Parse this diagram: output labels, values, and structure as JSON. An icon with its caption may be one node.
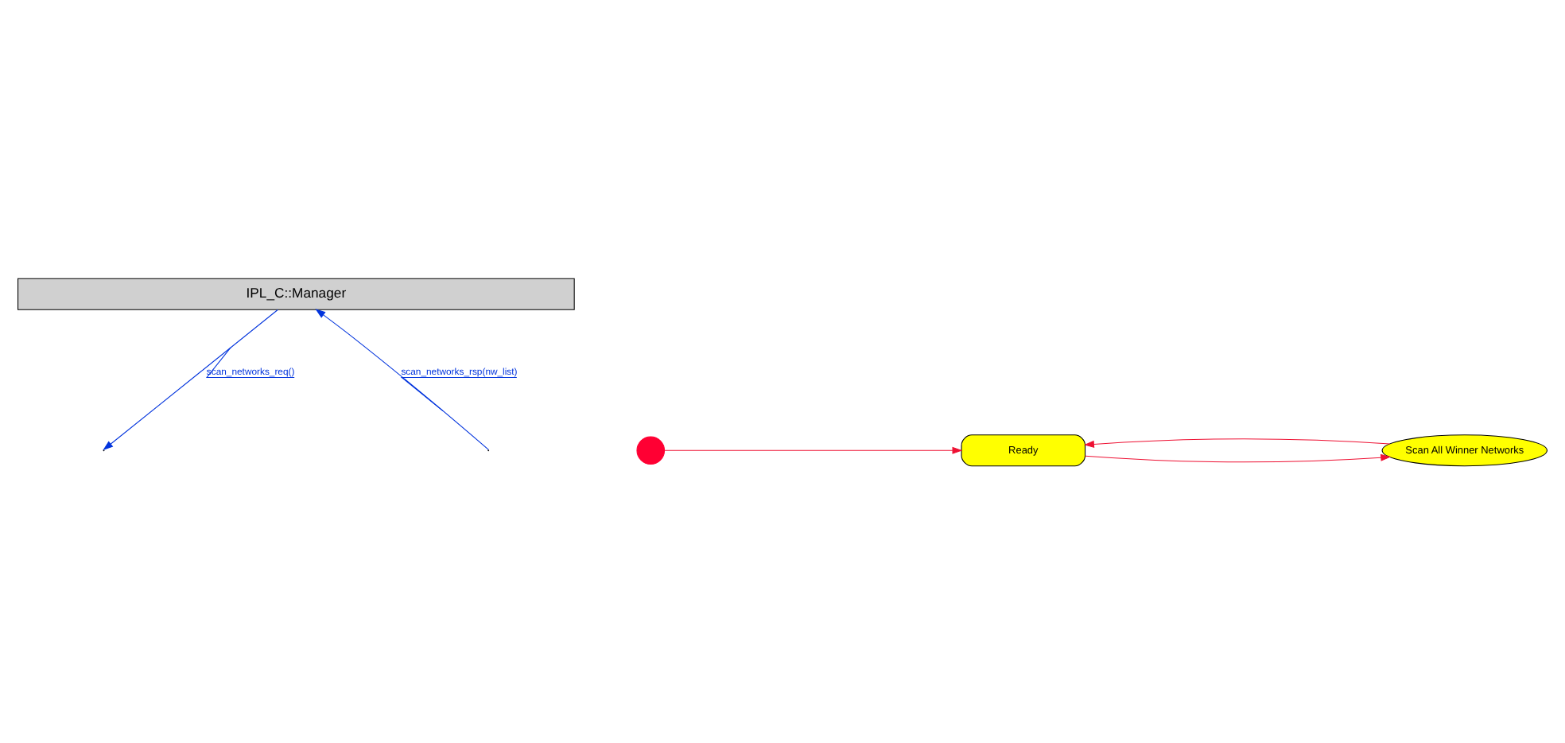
{
  "diagram": {
    "nodes": [
      {
        "text": [
          "IPL_C::Manager"
        ]
      },
      {
        "text": [],
        "shape": "circle"
      },
      {
        "text": [
          "Ready"
        ]
      },
      {
        "text": [
          "Scan All Winner Networks"
        ]
      }
    ],
    "edges": [
      {
        "from": 1,
        "to": 2,
        "arrow": "to"
      },
      {
        "from": 2,
        "to": 3,
        "arrow": "to"
      },
      {
        "from": 3,
        "to": 2,
        "arrow": "to"
      },
      {
        "from": 0,
        "to": null,
        "arrow": "to",
        "label": "scan_networks_req()",
        "color": "#0033dd"
      },
      {
        "from": null,
        "to": 0,
        "arrow": "to",
        "label": "scan_networks_rsp(nw_list)",
        "color": "#0033dd"
      }
    ]
  }
}
